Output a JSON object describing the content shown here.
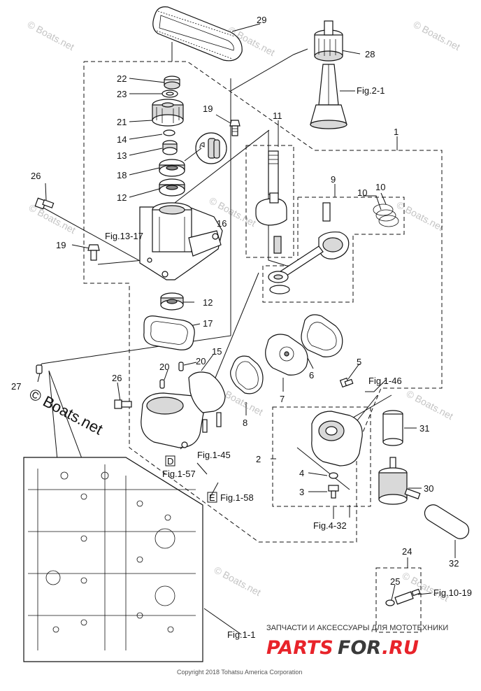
{
  "callouts": {
    "p1": "1",
    "p2": "2",
    "p3": "3",
    "p4": "4",
    "p5": "5",
    "p6": "6",
    "p7": "7",
    "p8": "8",
    "p9": "9",
    "p10a": "10",
    "p10b": "10",
    "p11": "11",
    "p12a": "12",
    "p12b": "12",
    "p13": "13",
    "p14": "14",
    "p15": "15",
    "p16": "16",
    "p17": "17",
    "p18": "18",
    "p19a": "19",
    "p19b": "19",
    "p20a": "20",
    "p20b": "20",
    "p21": "21",
    "p22": "22",
    "p23": "23",
    "p24": "24",
    "p25": "25",
    "p26a": "26",
    "p26b": "26",
    "p27": "27",
    "p28": "28",
    "p29": "29",
    "p30": "30",
    "p31": "31",
    "p32": "32"
  },
  "references": {
    "fig2_1": "Fig.2-1",
    "fig13_17": "Fig.13-17",
    "fig1_46": "Fig.1-46",
    "fig1_45": "Fig.1-45",
    "box_d": "D",
    "fig1_57": "Fig.1-57",
    "box_e": "E",
    "fig1_58": "Fig.1-58",
    "fig4_32": "Fig.4-32",
    "fig10_19": "Fig.10-19",
    "fig1_1": "Fig.1-1"
  },
  "watermark": {
    "small": "© Boats.net",
    "large": "© Boats.net"
  },
  "footer": {
    "shop_line": "ЗАПЧАСТИ И АКСЕССУАРЫ ДЛЯ МОТОТЕХНИКИ",
    "brand_a": "PARTS",
    "brand_b": "FOR",
    "brand_c": ".RU",
    "copyright": "Copyright 2018 Tohatsu America Corporation"
  },
  "colors": {
    "brand_red": "#e8232a",
    "brand_dark": "#3a3a3a",
    "line": "#111111",
    "watermark": "#c4c4c4"
  }
}
